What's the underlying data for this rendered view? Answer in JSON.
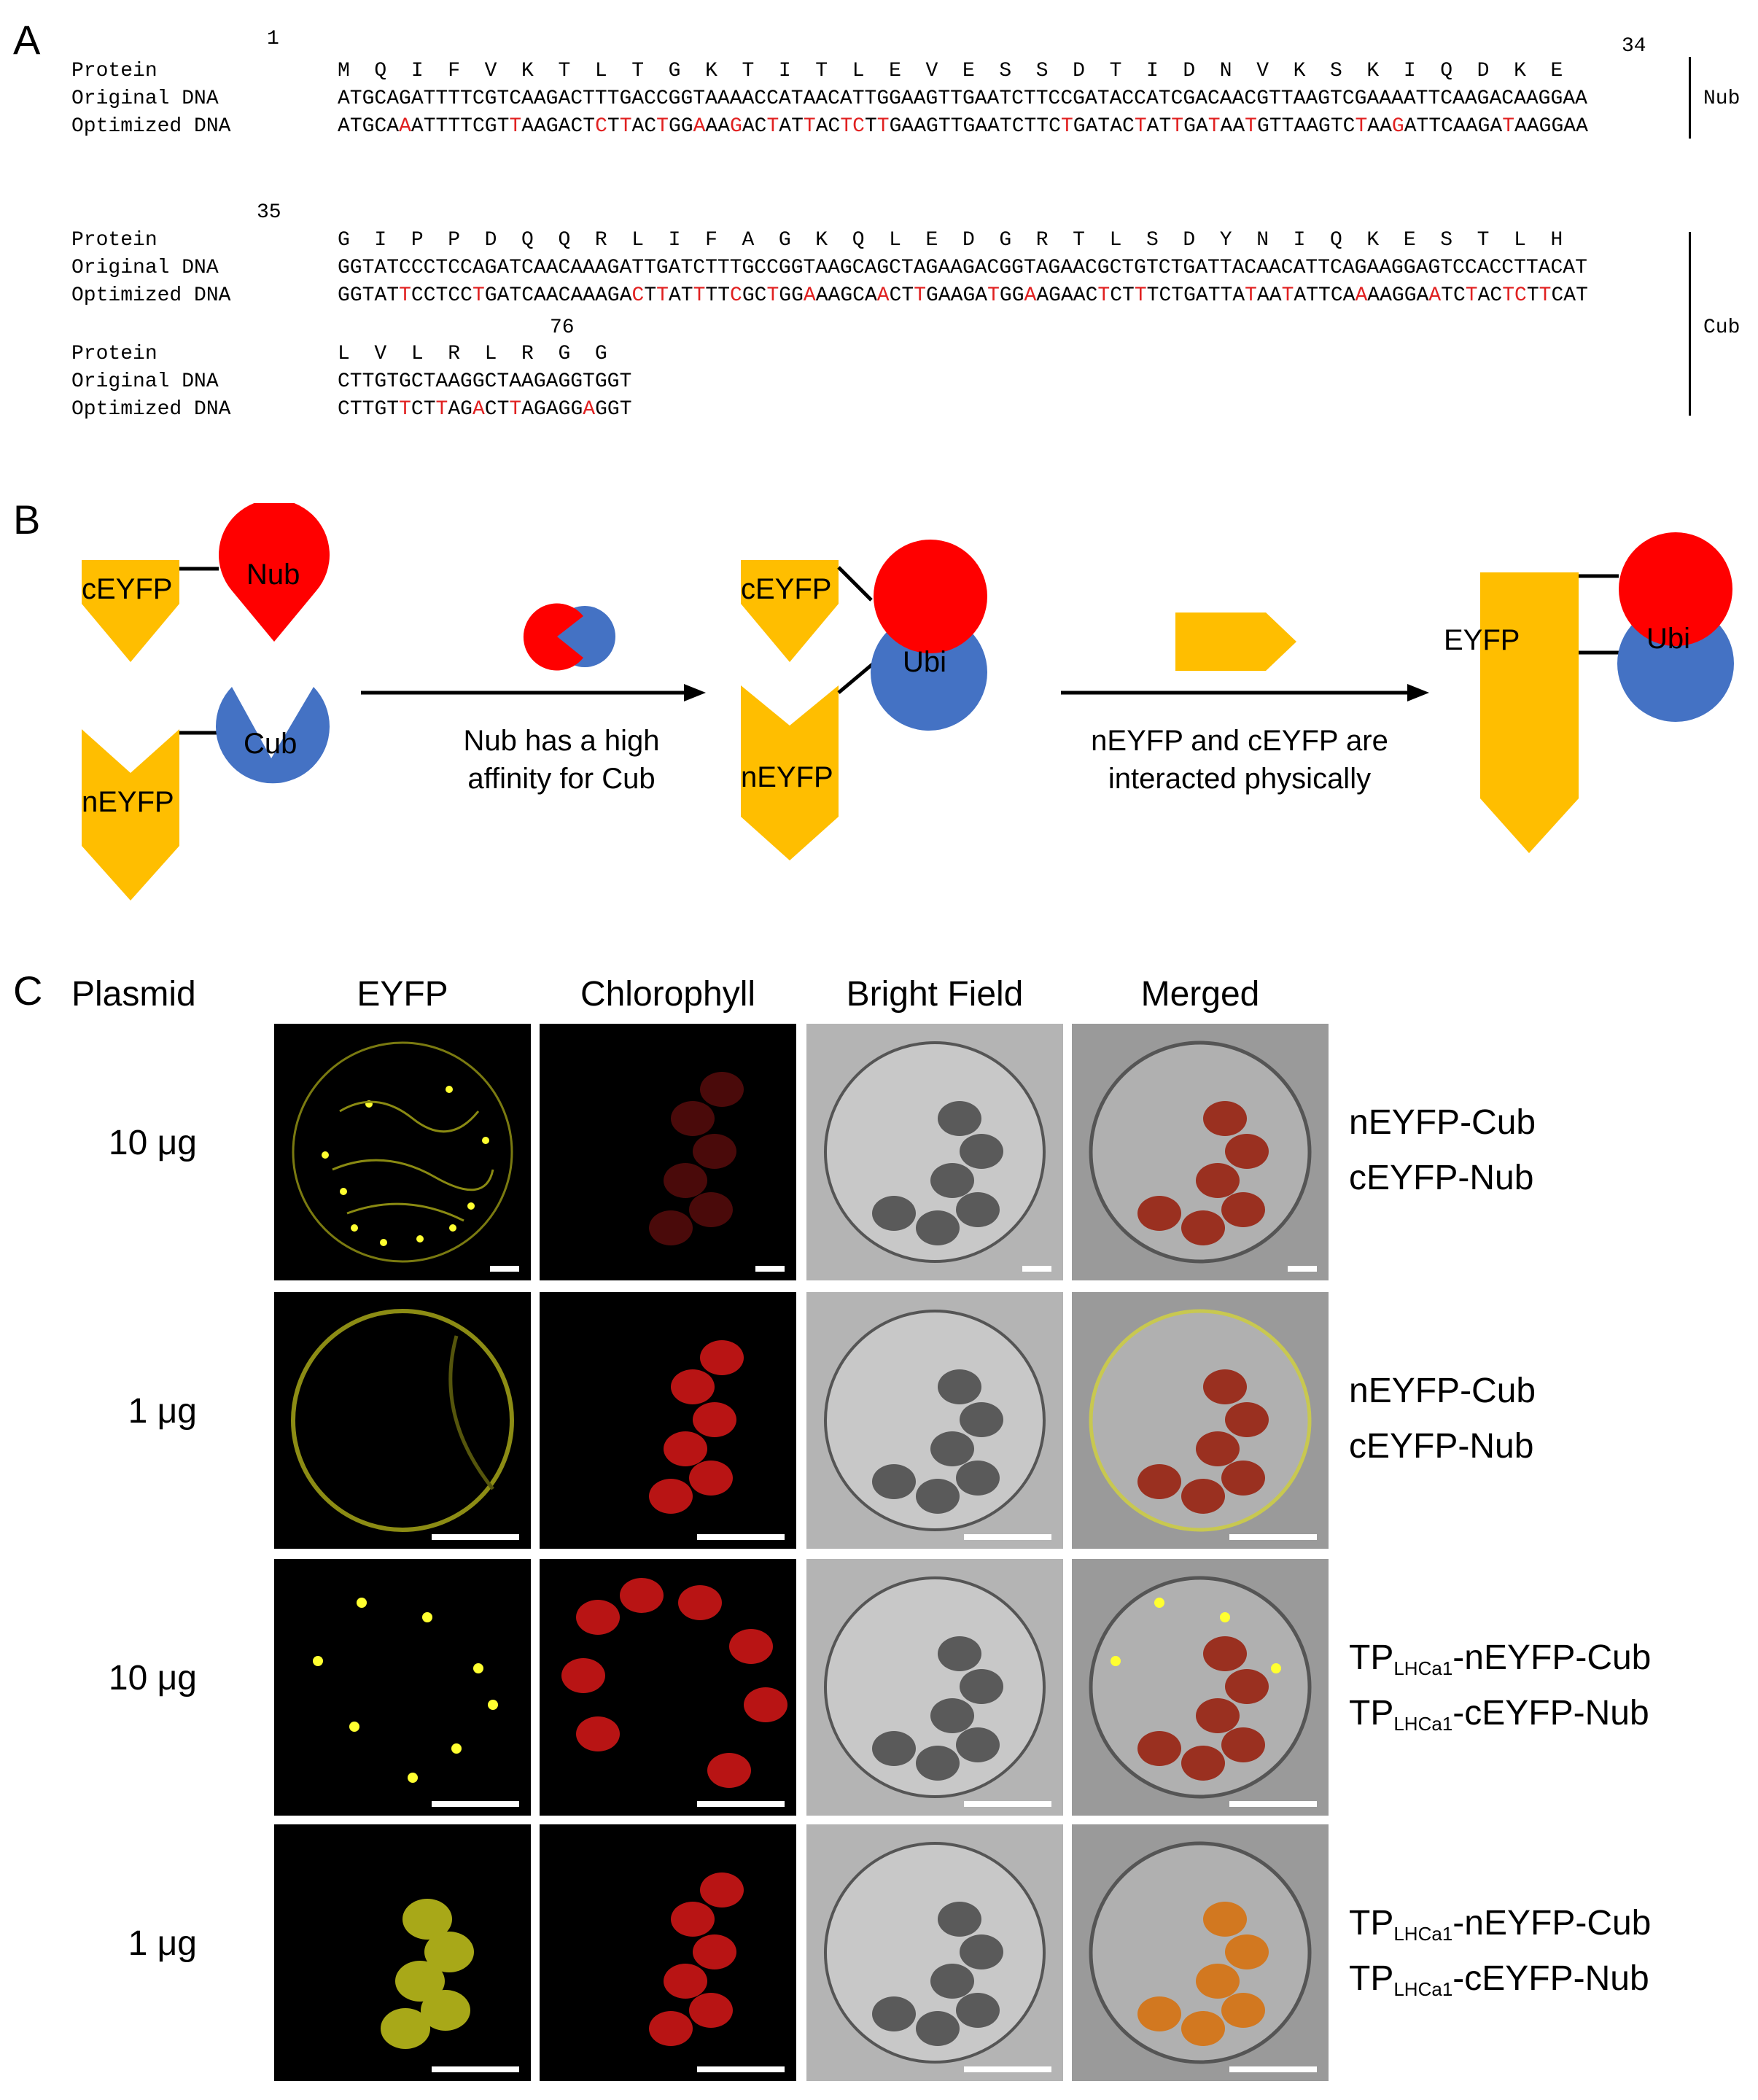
{
  "panels": {
    "a": "A",
    "b": "B",
    "c": "C"
  },
  "panel_a": {
    "row_labels": {
      "protein": "Protein",
      "original": "Original DNA",
      "optimized": "Optimized DNA"
    },
    "positions": {
      "p1": "1",
      "p34": "34",
      "p35": "35",
      "p76": "76"
    },
    "block1": {
      "protein": "M  Q  I  F  V  K  T  L  T  G  K  T  I  T  L  E  V  E  S  S  D  T  I  D  N  V  K  S  K  I  Q  D  K  E",
      "original": "ATGCAGATTTTCGTCAAGACTTTGACCGGTAAAACCATAACATTGGAAGTTGAATCTTCCGATACCATCGACAACGTTAAGTCGAAAATTCAAGACAAGGAA",
      "optimized": "ATGCAAATTTTCGTTAAGACTCTTACTGGAAAGACTATTACTCTTGAAGTTGAATCTTCTGATACTATTGATAATGTTAAGTCTAAGATTCAAGATAAGGAA"
    },
    "block2": {
      "protein": "G  I  P  P  D  Q  Q  R  L  I  F  A  G  K  Q  L  E  D  G  R  T  L  S  D  Y  N  I  Q  K  E  S  T  L  H",
      "original": "GGTATCCCTCCAGATCAACAAAGATTGATCTTTGCCGGTAAGCAGCTAGAAGACGGTAGAACGCTGTCTGATTACAACATTCAGAAGGAGTCCACCTTACAT",
      "optimized": "GGTATTCCTCCTGATCAACAAAGACTTATTTTCGCTGGAAAGCAACTTGAAGATGGAAGAACTCTTTCTGATTATAATATTCAAAAGGAATCTACTCTTCAT"
    },
    "block3": {
      "protein": "L  V  L  R  L  R  G  G",
      "original": "CTTGTGCTAAGGCTAAGAGGTGGT",
      "optimized": "CTTGTTCTTAGACTTAGAGGAGGT"
    },
    "side_labels": {
      "nub": "Nub",
      "cub": "Cub"
    }
  },
  "panel_b": {
    "labels": {
      "ceyfp": "cEYFP",
      "neyfp": "nEYFP",
      "nub": "Nub",
      "cub": "Cub",
      "ubi": "Ubi",
      "eyfp": "EYFP"
    },
    "captions": {
      "step1_line1": "Nub has a high",
      "step1_line2": "affinity for Cub",
      "step2_line1": "nEYFP and cEYFP are",
      "step2_line2": "interacted physically"
    },
    "colors": {
      "yellow": "#FFBE00",
      "red": "#FF0000",
      "blue": "#4472C4",
      "burst": "#FFFF33"
    }
  },
  "panel_c": {
    "headers": {
      "plasmid": "Plasmid",
      "eyfp": "EYFP",
      "chlorophyll": "Chlorophyll",
      "bright": "Bright Field",
      "merged": "Merged"
    },
    "rows": [
      {
        "dose": "10 μg",
        "l1_pre": "",
        "l1_sub": "",
        "l1_main": "nEYFP-Cub",
        "l2_pre": "",
        "l2_sub": "",
        "l2_main": "cEYFP-Nub"
      },
      {
        "dose": "1 μg",
        "l1_pre": "",
        "l1_sub": "",
        "l1_main": "nEYFP-Cub",
        "l2_pre": "",
        "l2_sub": "",
        "l2_main": "cEYFP-Nub"
      },
      {
        "dose": "10 μg",
        "l1_pre": "TP",
        "l1_sub": "LHCa1",
        "l1_main": "-nEYFP-Cub",
        "l2_pre": "TP",
        "l2_sub": "LHCa1",
        "l2_main": "-cEYFP-Nub"
      },
      {
        "dose": "1 μg",
        "l1_pre": "TP",
        "l1_sub": "LHCa1",
        "l1_main": "-nEYFP-Cub",
        "l2_pre": "TP",
        "l2_sub": "LHCa1",
        "l2_main": "-cEYFP-Nub"
      }
    ]
  }
}
